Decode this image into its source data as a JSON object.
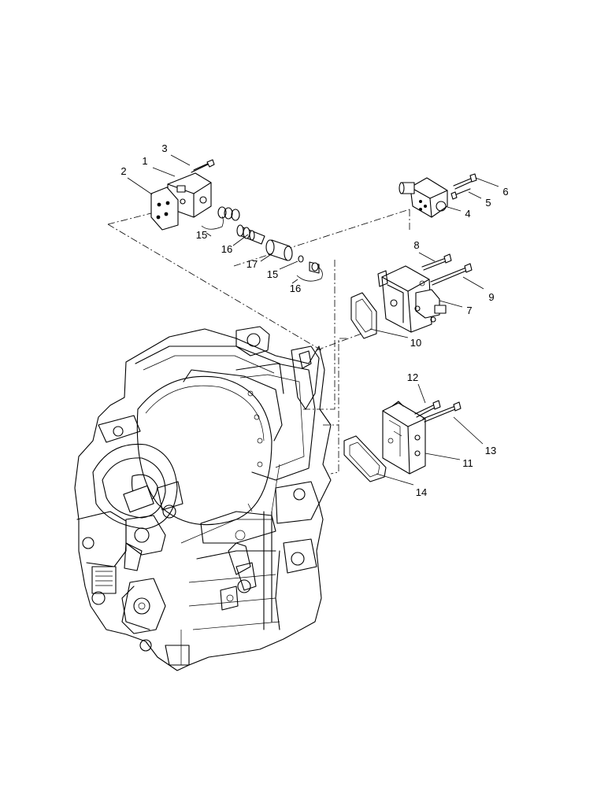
{
  "callouts": [
    {
      "id": "c1",
      "text": "1"
    },
    {
      "id": "c2",
      "text": "2"
    },
    {
      "id": "c3",
      "text": "3"
    },
    {
      "id": "c4",
      "text": "4"
    },
    {
      "id": "c5",
      "text": "5"
    },
    {
      "id": "c6",
      "text": "6"
    },
    {
      "id": "c7",
      "text": "7"
    },
    {
      "id": "c8",
      "text": "8"
    },
    {
      "id": "c9",
      "text": "9"
    },
    {
      "id": "c10",
      "text": "10"
    },
    {
      "id": "c11",
      "text": "11"
    },
    {
      "id": "c12",
      "text": "12"
    },
    {
      "id": "c13",
      "text": "13"
    },
    {
      "id": "c14",
      "text": "14"
    },
    {
      "id": "c15a",
      "text": "15"
    },
    {
      "id": "c15b",
      "text": "15"
    },
    {
      "id": "c16a",
      "text": "16"
    },
    {
      "id": "c16b",
      "text": "16"
    },
    {
      "id": "c17",
      "text": "17"
    }
  ]
}
